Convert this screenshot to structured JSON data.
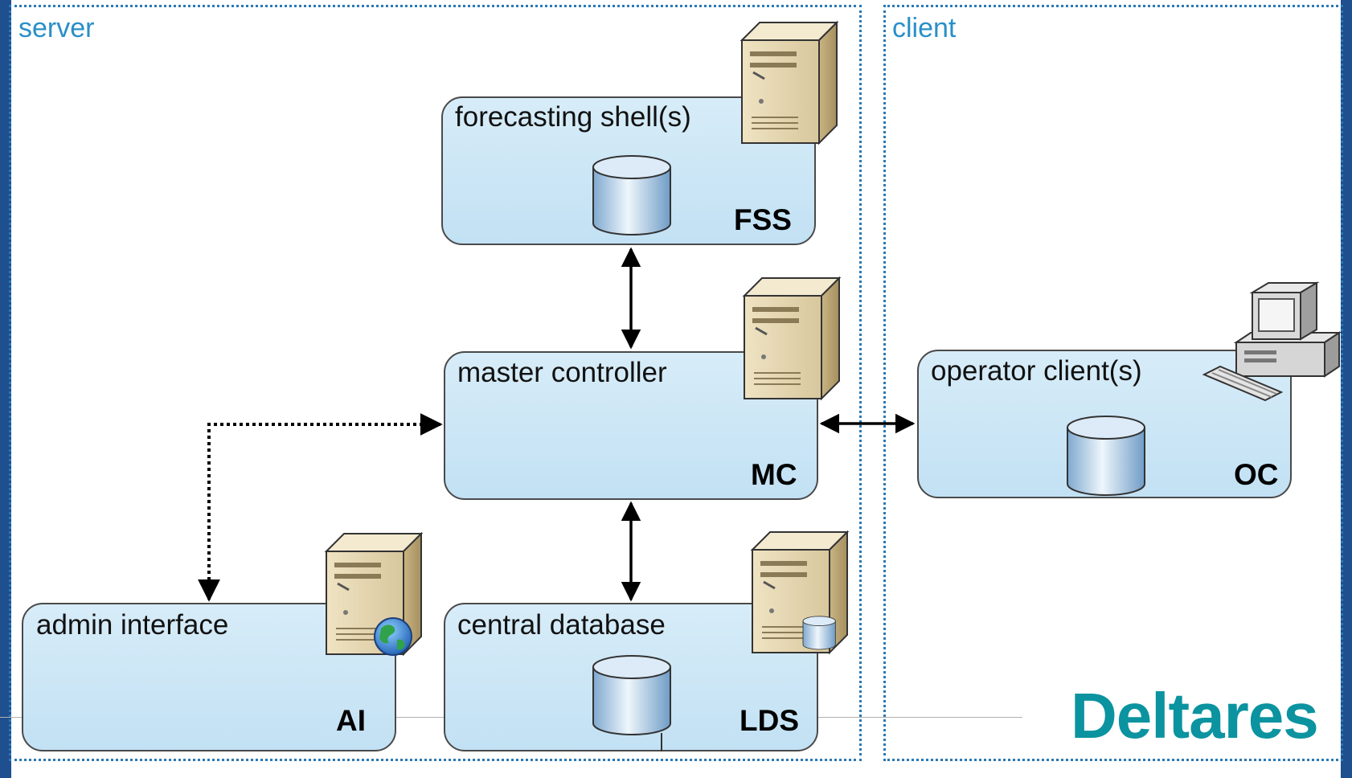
{
  "zones": {
    "server_label": "server",
    "client_label": "client"
  },
  "nodes": {
    "fss": {
      "title": "forecasting shell(s)",
      "code": "FSS"
    },
    "mc": {
      "title": "master controller",
      "code": "MC"
    },
    "oc": {
      "title": "operator client(s)",
      "code": "OC"
    },
    "ai": {
      "title": "admin interface",
      "code": "AI"
    },
    "lds": {
      "title": "central database",
      "code": "LDS"
    }
  },
  "brand": {
    "text": "Deltares",
    "color": "#0b93a0"
  },
  "colors": {
    "zone_border": "#2a79b5",
    "box_fill": "#c8e5f6",
    "edge": "#1e4f8f"
  },
  "icons": [
    "server-icon",
    "database-icon",
    "desktop-computer-icon",
    "globe-icon"
  ]
}
